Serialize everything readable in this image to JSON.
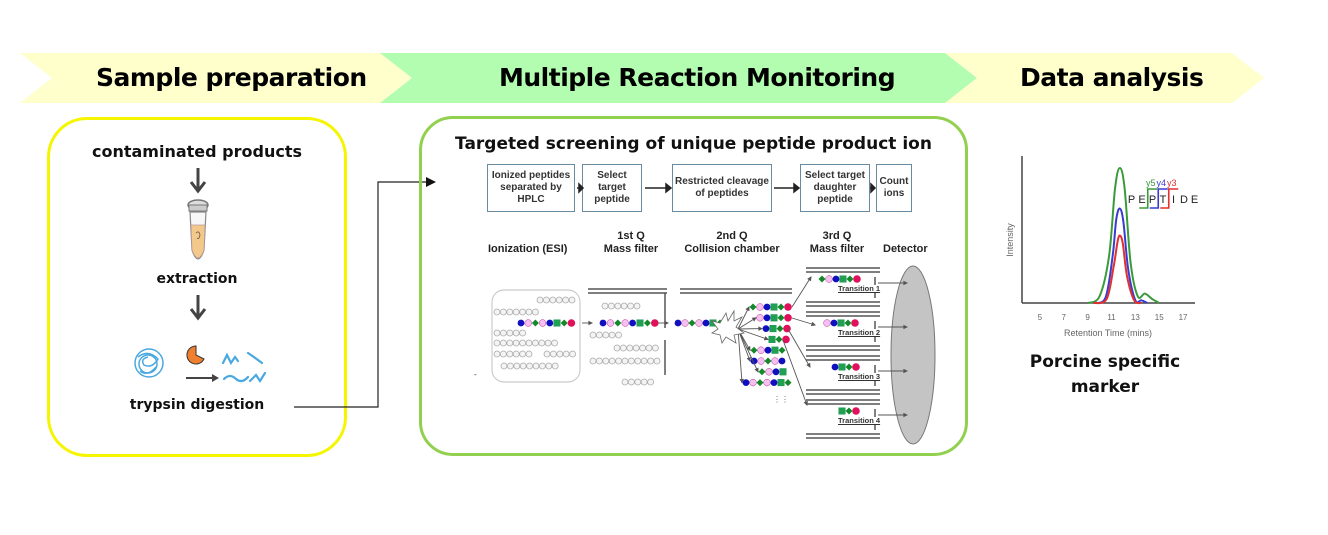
{
  "banner": {
    "stages": [
      {
        "label": "Sample preparation",
        "color": "#ffffcc"
      },
      {
        "label": "Multiple Reaction Monitoring",
        "color": "#b3fdb0"
      },
      {
        "label": "Data analysis",
        "color": "#ffffcc"
      }
    ]
  },
  "sample_prep": {
    "step1": "contaminated products",
    "step2": "extraction",
    "step3": "trypsin digestion",
    "border_color": "#f5f500"
  },
  "mrm": {
    "title": "Targeted screening of unique peptide product ion",
    "border_color": "#92d050",
    "workflow": [
      "Ionized peptides separated by HPLC",
      "Select target peptide",
      "Restricted cleavage of peptides",
      "Select target daughter peptide",
      "Count ions"
    ],
    "stages": {
      "ionization": "Ionization (ESI)",
      "q1_sup": "1st Q",
      "q1": "Mass filter",
      "q2_sup": "2nd Q",
      "q2": "Collision chamber",
      "q3_sup": "3rd Q",
      "q3": "Mass filter",
      "detector": "Detector"
    },
    "transitions": [
      "Transition 1",
      "Transition 2",
      "Transition 3",
      "Transition 4"
    ]
  },
  "data_analysis": {
    "caption_line1": "Porcine specific",
    "caption_line2": "marker",
    "peptide_letters": [
      "P",
      "E",
      "P",
      "T",
      "I",
      "D",
      "E"
    ],
    "ion_labels": [
      {
        "label": "y5",
        "color": "#3a9a3a"
      },
      {
        "label": "y4",
        "color": "#3a3ad0"
      },
      {
        "label": "y3",
        "color": "#e03030"
      }
    ]
  },
  "chart_data": {
    "type": "line",
    "title": "",
    "xlabel": "Retention Time (mins)",
    "ylabel": "Intensity",
    "x_ticks": [
      5,
      7,
      9,
      11,
      13,
      15,
      17
    ],
    "xlim": [
      3.5,
      18
    ],
    "ylim": [
      0,
      1
    ],
    "grid": false,
    "series": [
      {
        "name": "y5",
        "color": "#3a9a3a",
        "x": [
          9,
          10,
          10.8,
          11.3,
          11.7,
          12.1,
          12.6,
          13.2,
          13.8,
          14.4,
          15
        ],
        "y": [
          0,
          0.05,
          0.35,
          0.85,
          1.0,
          0.85,
          0.3,
          0.05,
          0.07,
          0.03,
          0
        ]
      },
      {
        "name": "y4",
        "color": "#3a3ad0",
        "x": [
          9.5,
          10.5,
          11.1,
          11.4,
          11.7,
          12.0,
          12.4,
          13.0,
          13.5,
          14
        ],
        "y": [
          0,
          0.04,
          0.35,
          0.62,
          0.7,
          0.6,
          0.25,
          0.02,
          0.02,
          0
        ]
      },
      {
        "name": "y3",
        "color": "#e03030",
        "x": [
          9.5,
          10.6,
          11.2,
          11.5,
          11.7,
          11.95,
          12.3,
          12.9,
          13.5
        ],
        "y": [
          0,
          0.03,
          0.28,
          0.45,
          0.5,
          0.44,
          0.2,
          0.02,
          0
        ]
      }
    ]
  }
}
